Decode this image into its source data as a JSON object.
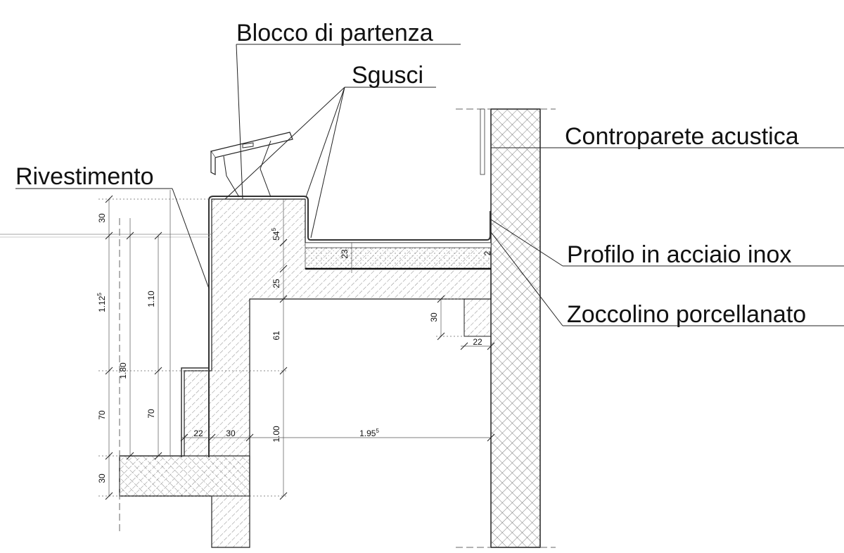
{
  "labels": {
    "blocco": "Blocco di partenza",
    "sgusci": "Sgusci",
    "rivestimento": "Rivestimento",
    "controparete": "Controparete acustica",
    "profilo": "Profilo in acciaio inox",
    "zoccolino": "Zoccolino porcellanato"
  },
  "dimensions": {
    "left_30_top": "30",
    "left_112": "1.12",
    "left_112_sup": "5",
    "left_70": "70",
    "left_30_bottom": "30",
    "d180": "1.80",
    "d110": "1.10",
    "d70": "70",
    "d54": "54",
    "d54_sup": "5",
    "d25": "25",
    "d61": "61",
    "d100": "1.00",
    "d23": "23",
    "d2": "2",
    "h22": "22",
    "h30": "30",
    "h195": "1.95",
    "h195_sup": "5",
    "beam30": "30",
    "beam22": "22"
  }
}
